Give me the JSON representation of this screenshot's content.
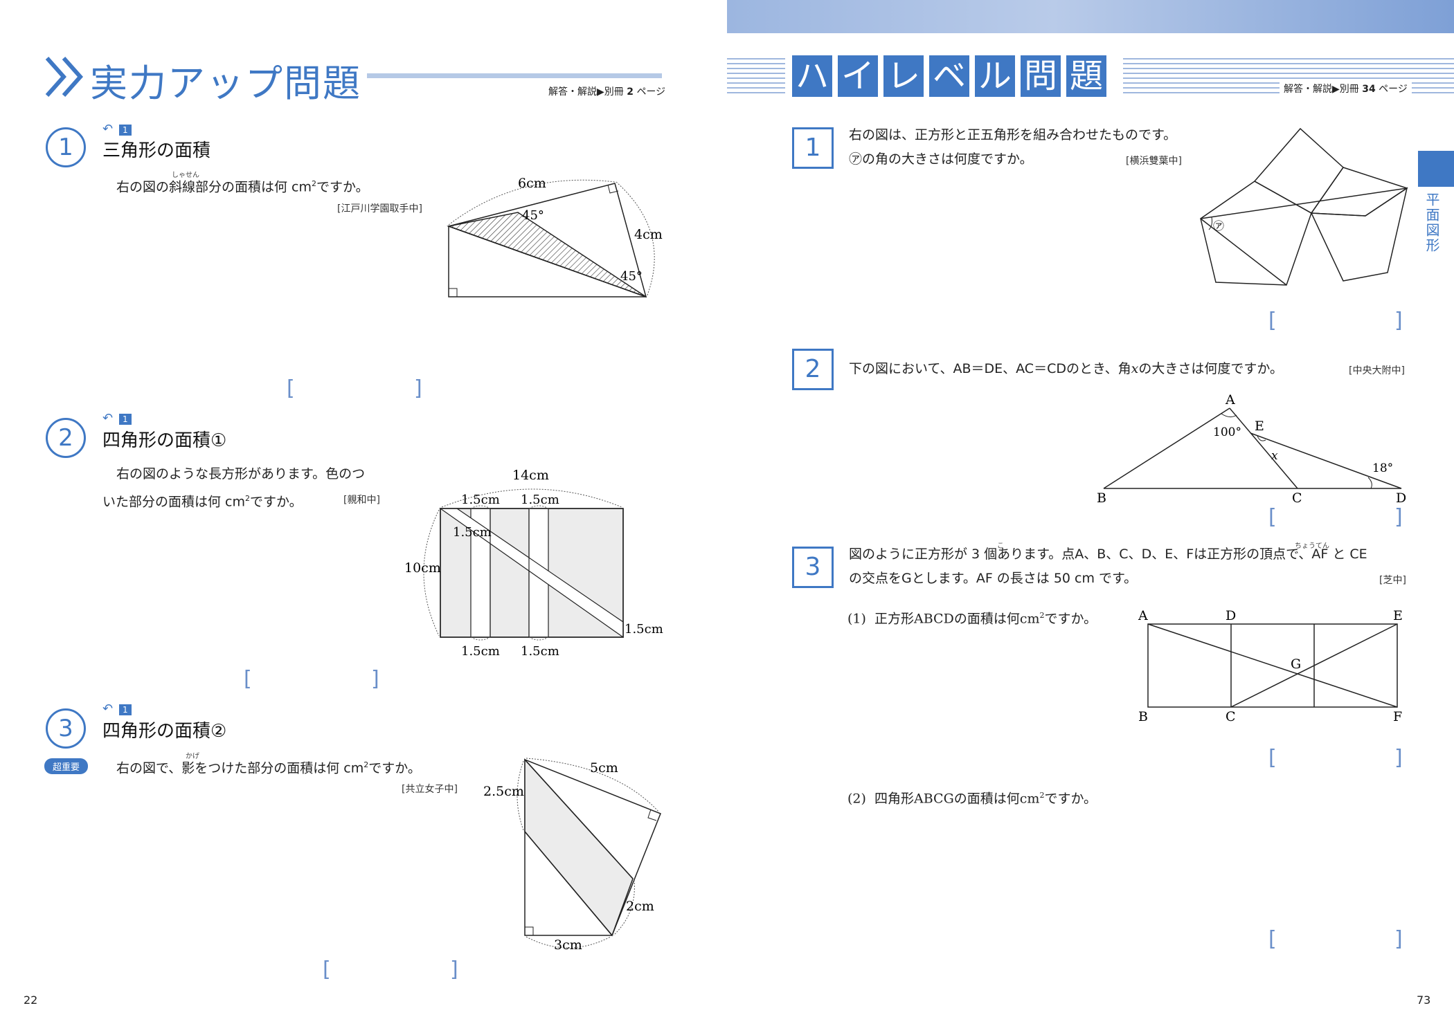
{
  "left_page": {
    "title": "実力アップ問題",
    "answer_ref_prefix": "解答・解説▶別冊",
    "answer_ref_page": "2",
    "answer_ref_suffix": "ページ",
    "page_number": "22",
    "problems": [
      {
        "number": "1",
        "ref_badge": "1",
        "title": "三角形の面積",
        "text_a": "右の図の",
        "ruby": "しゃせん",
        "text_b": "斜線部分の面積は何 cm",
        "text_sup": "2",
        "text_c": "ですか。",
        "source": "[江戸川学園取手中]",
        "figure_labels": {
          "top": "6cm",
          "angle1": "45°",
          "right": "4cm",
          "angle2": "45°"
        }
      },
      {
        "number": "2",
        "ref_badge": "1",
        "title": "四角形の面積①",
        "line1": "右の図のような長方形があります。色のつ",
        "line2_a": "いた部分の面積は何 cm",
        "line2_sup": "2",
        "line2_b": "ですか。",
        "source": "[親和中]",
        "figure_labels": {
          "top": "14cm",
          "w1": "1.5cm",
          "w2": "1.5cm",
          "diag": "1.5cm",
          "left": "10cm",
          "right": "1.5cm",
          "b1": "1.5cm",
          "b2": "1.5cm"
        }
      },
      {
        "number": "3",
        "ref_badge": "1",
        "importance": "超重要",
        "title": "四角形の面積②",
        "text_a": "右の図で、",
        "ruby": "かげ",
        "text_b": "影をつけた部分の面積は何 cm",
        "text_sup": "2",
        "text_c": "ですか。",
        "source": "[共立女子中]",
        "figure_labels": {
          "top": "5cm",
          "left": "2.5cm",
          "right": "2cm",
          "bottom": "3cm"
        }
      }
    ]
  },
  "right_page": {
    "title_chars": [
      "ハ",
      "イ",
      "レ",
      "ベ",
      "ル",
      "問",
      "題"
    ],
    "answer_ref_prefix": "解答・解説▶別冊",
    "answer_ref_page": "34",
    "answer_ref_suffix": "ページ",
    "side_tab_label": "平面図形",
    "page_number": "73",
    "problems": [
      {
        "number": "1",
        "line1": "右の図は、正方形と正五角形を組み合わせたものです。",
        "line2": "㋐の角の大きさは何度ですか。",
        "source": "[横浜雙葉中]",
        "figure_labels": {
          "angle": "㋐"
        }
      },
      {
        "number": "2",
        "text_a": "下の図において、AB＝DE、AC＝CDのとき、角",
        "var": "x",
        "text_b": "の大きさは何度ですか。",
        "source": "[中央大附中]",
        "figure_labels": {
          "A": "A",
          "B": "B",
          "C": "C",
          "D": "D",
          "E": "E",
          "angleA": "100°",
          "x": "x",
          "angleD": "18°"
        }
      },
      {
        "number": "3",
        "line1_a": "図のように正方形が 3 ",
        "ruby_ko": "こ",
        "line1_b": "個あります。点A、B、C、D、E、Fは正方形の",
        "ruby_choten": "ちょうてん",
        "line1_c": "頂点で、AF と CE",
        "line2": "の交点をGとします。AF の長さは 50 cm です。",
        "source": "[芝中]",
        "sub1_num": "(1)",
        "sub1_a": "正方形ABCDの面積は何cm",
        "sub1_sup": "2",
        "sub1_b": "ですか。",
        "sub2_num": "(2)",
        "sub2_a": "四角形ABCGの面積は何cm",
        "sub2_sup": "2",
        "sub2_b": "ですか。",
        "figure_labels": {
          "A": "A",
          "D": "D",
          "E": "E",
          "G": "G",
          "B": "B",
          "C": "C",
          "F": "F"
        }
      }
    ]
  },
  "brackets": {
    "open": "[",
    "close": "]"
  },
  "colors": {
    "accent": "#3f78c4",
    "light_accent": "#b5c9e6",
    "bracket": "#6a8fc9",
    "shade": "#ececec"
  }
}
